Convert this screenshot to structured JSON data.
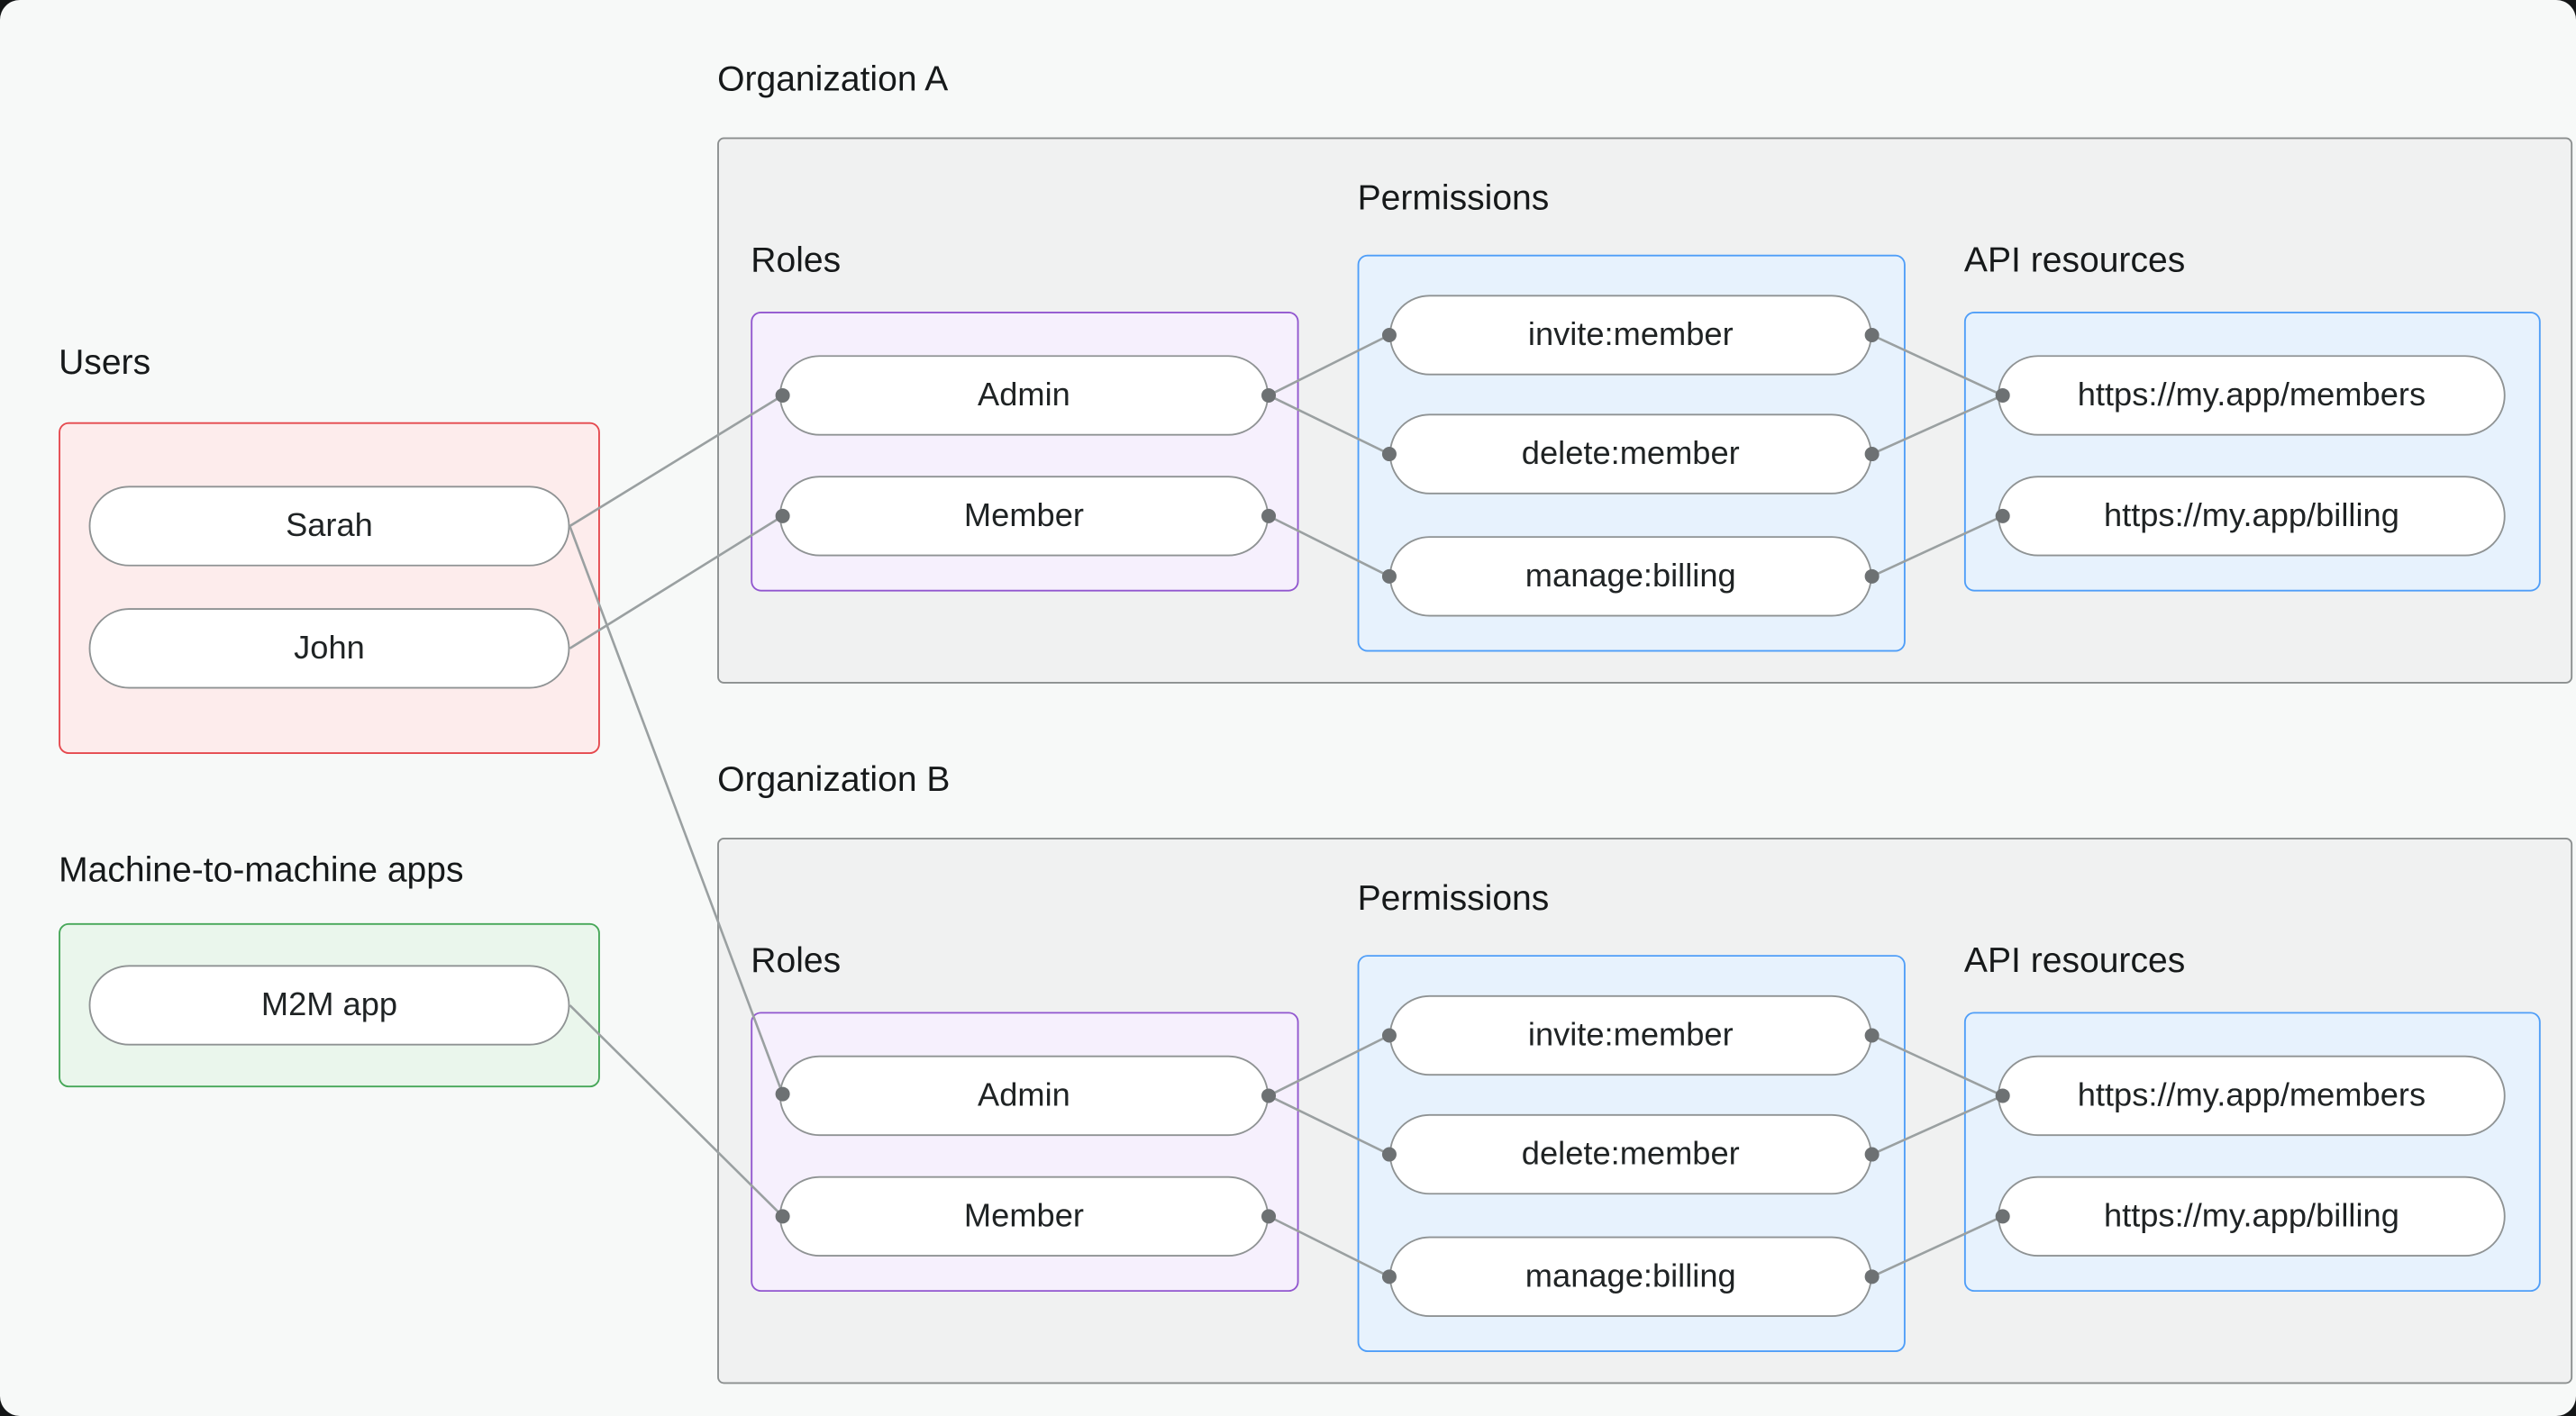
{
  "users": {
    "label": "Users",
    "items": [
      "Sarah",
      "John"
    ]
  },
  "m2m": {
    "label": "Machine-to-machine apps",
    "items": [
      "M2M app"
    ]
  },
  "orgs": [
    {
      "title": "Organization A",
      "roles_label": "Roles",
      "roles": [
        "Admin",
        "Member"
      ],
      "permissions_label": "Permissions",
      "permissions": [
        "invite:member",
        "delete:member",
        "manage:billing"
      ],
      "resources_label": "API resources",
      "resources": [
        "https://my.app/members",
        "https://my.app/billing"
      ]
    },
    {
      "title": "Organization B",
      "roles_label": "Roles",
      "roles": [
        "Admin",
        "Member"
      ],
      "permissions_label": "Permissions",
      "permissions": [
        "invite:member",
        "delete:member",
        "manage:billing"
      ],
      "resources_label": "API resources",
      "resources": [
        "https://my.app/members",
        "https://my.app/billing"
      ]
    }
  ],
  "connections": {
    "user_assignments": [
      {
        "from": "Sarah",
        "to": "Organization A / Admin"
      },
      {
        "from": "Sarah",
        "to": "Organization B / Admin"
      },
      {
        "from": "John",
        "to": "Organization A / Member"
      },
      {
        "from": "M2M app",
        "to": "Organization B / Member"
      }
    ],
    "per_org_edges": [
      {
        "from": "Admin",
        "to": "invite:member"
      },
      {
        "from": "Admin",
        "to": "delete:member"
      },
      {
        "from": "Member",
        "to": "manage:billing"
      },
      {
        "from": "invite:member",
        "to": "https://my.app/members"
      },
      {
        "from": "delete:member",
        "to": "https://my.app/members"
      },
      {
        "from": "manage:billing",
        "to": "https://my.app/billing"
      }
    ]
  },
  "colors": {
    "surface": "#f7f9f8",
    "users_border": "#e5484d",
    "users_fill": "#fdecec",
    "m2m_border": "#46a758",
    "m2m_fill": "#eaf6ec",
    "roles_border": "#9156cf",
    "roles_fill": "#f6f0fd",
    "permissions_border": "#4f9ef8",
    "permissions_fill": "#e7f2fd",
    "org_border": "#8b8f8f",
    "org_fill": "#f0f1f1",
    "edge": "#9aa0a1",
    "dot": "#6d7173"
  }
}
